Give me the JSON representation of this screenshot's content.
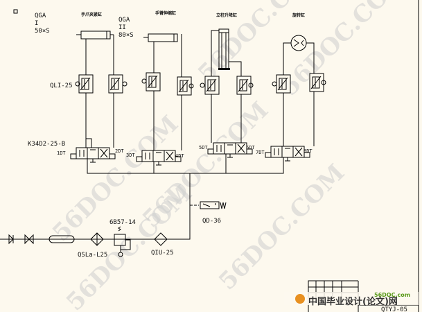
{
  "labels": {
    "cyl1_type": "QGA",
    "cyl1_mark": "I",
    "cyl1_size": "50×S",
    "cyl2_type": "QGA",
    "cyl2_mark": "II",
    "cyl2_size": "80×S",
    "heading1": "手爪夹紧缸",
    "heading2": "手臂伸缩缸",
    "heading3": "立柱升降缸",
    "heading4": "旋转缸",
    "flow_valve": "QLI-25",
    "dir_valve": "K34D2-25-B",
    "sol1": "1DT",
    "sol2": "2DT",
    "sol3": "3DT",
    "sol4": "4DT",
    "sol5": "5DT",
    "sol6": "6DT",
    "sol7": "7DT",
    "sol8": "8DT",
    "pressure_switch": "QD-36",
    "regulator": "6B57-14",
    "filter": "QSLa-L25",
    "lubricator": "QIU-25",
    "drawing_no": "QTYJ-05",
    "watermark": "56DOC.COM",
    "logo_site": "56DOC.com",
    "logo_title": "中国毕业设计(论文)网"
  },
  "colors": {
    "background": "#fdf9ee",
    "line": "#000000",
    "watermark": "#cfcfcf",
    "logo_red": "#d42a1a",
    "logo_green": "#5a9a1a"
  }
}
